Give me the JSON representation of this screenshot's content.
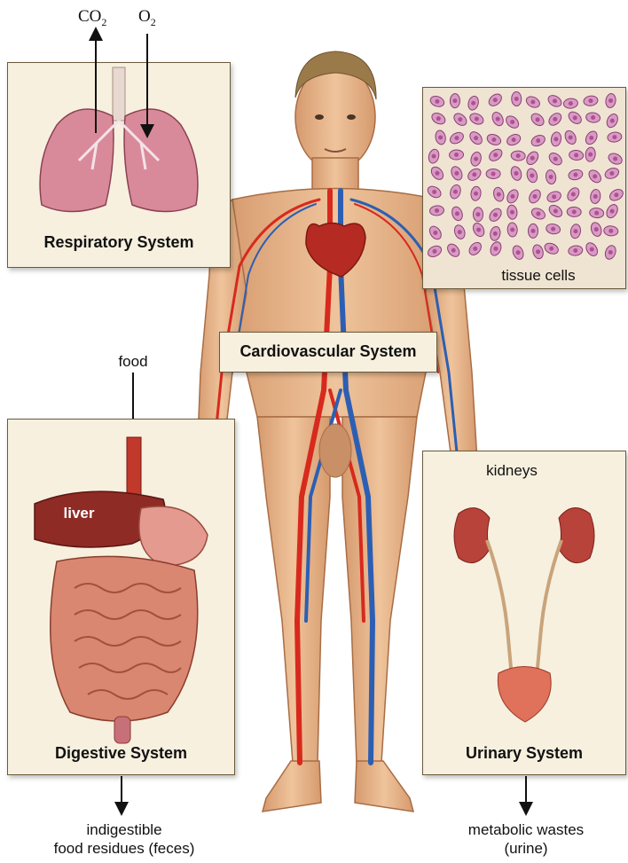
{
  "gases": {
    "co2": "CO",
    "co2_sub": "2",
    "o2": "O",
    "o2_sub": "2"
  },
  "respiratory": {
    "title": "Respiratory System"
  },
  "tissue": {
    "label": "tissue cells"
  },
  "cardio": {
    "title": "Cardiovascular System"
  },
  "digestive": {
    "title": "Digestive System",
    "input": "food",
    "organ": "liver",
    "output_line1": "indigestible",
    "output_line2": "food residues (feces)"
  },
  "urinary": {
    "title": "Urinary System",
    "organ": "kidneys",
    "output_line1": "metabolic wastes",
    "output_line2": "(urine)"
  },
  "colors": {
    "panel_bg": "#f7f0df",
    "skin": "#e9b98f",
    "artery": "#d8291d",
    "vein": "#2c5fb3",
    "lung": "#d98a9a",
    "cell": "#b0508f"
  }
}
